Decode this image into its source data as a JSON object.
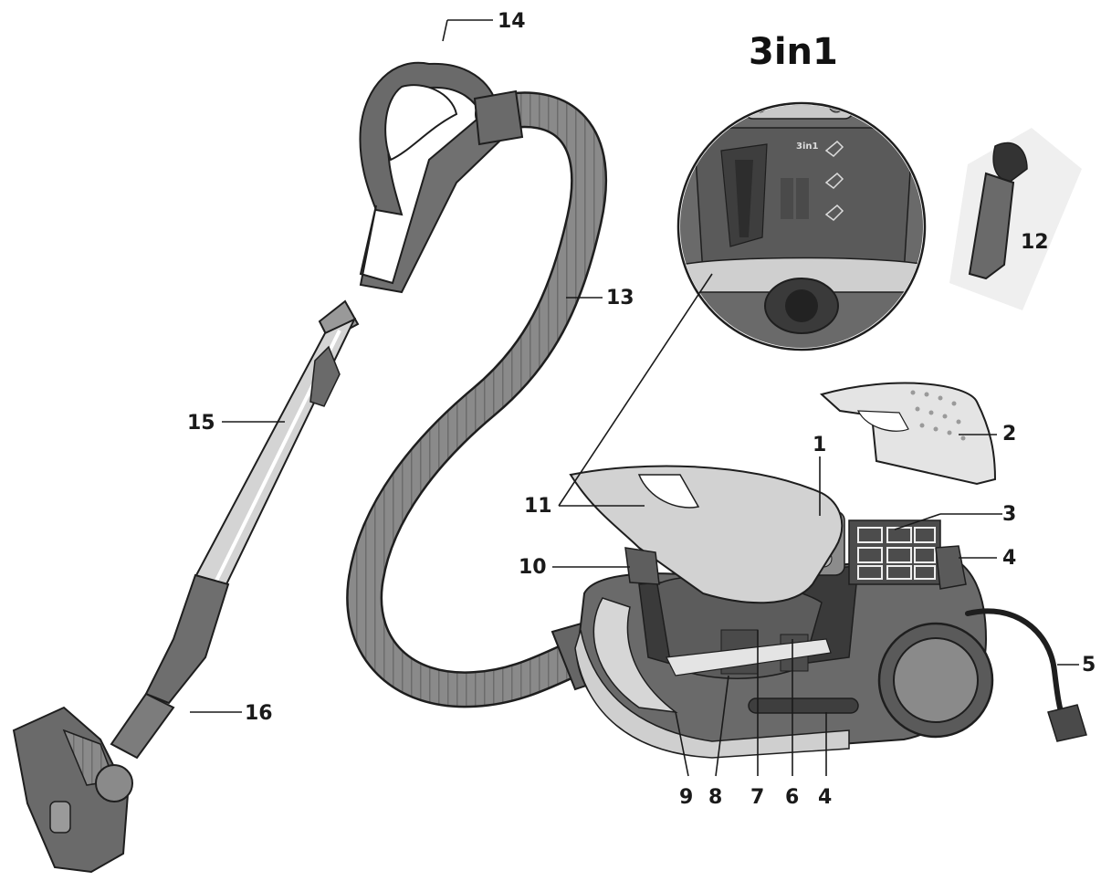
{
  "title": "3in1",
  "inset_text": "3in1",
  "colors": {
    "body_dark": "#5e5e5e",
    "body_mid": "#8c8c8c",
    "panel_light": "#d9d9d9",
    "hose": "#8a8a8a",
    "tube_light": "#c9c9c9",
    "outline": "#1e1e1e"
  },
  "labels": [
    {
      "id": "1",
      "text": "1"
    },
    {
      "id": "2",
      "text": "2"
    },
    {
      "id": "3",
      "text": "3"
    },
    {
      "id": "4a",
      "text": "4"
    },
    {
      "id": "4b",
      "text": "4"
    },
    {
      "id": "5",
      "text": "5"
    },
    {
      "id": "6",
      "text": "6"
    },
    {
      "id": "7",
      "text": "7"
    },
    {
      "id": "8",
      "text": "8"
    },
    {
      "id": "9",
      "text": "9"
    },
    {
      "id": "10",
      "text": "10"
    },
    {
      "id": "11",
      "text": "11"
    },
    {
      "id": "12",
      "text": "12"
    },
    {
      "id": "13",
      "text": "13"
    },
    {
      "id": "14",
      "text": "14"
    },
    {
      "id": "15",
      "text": "15"
    },
    {
      "id": "16",
      "text": "16"
    }
  ]
}
